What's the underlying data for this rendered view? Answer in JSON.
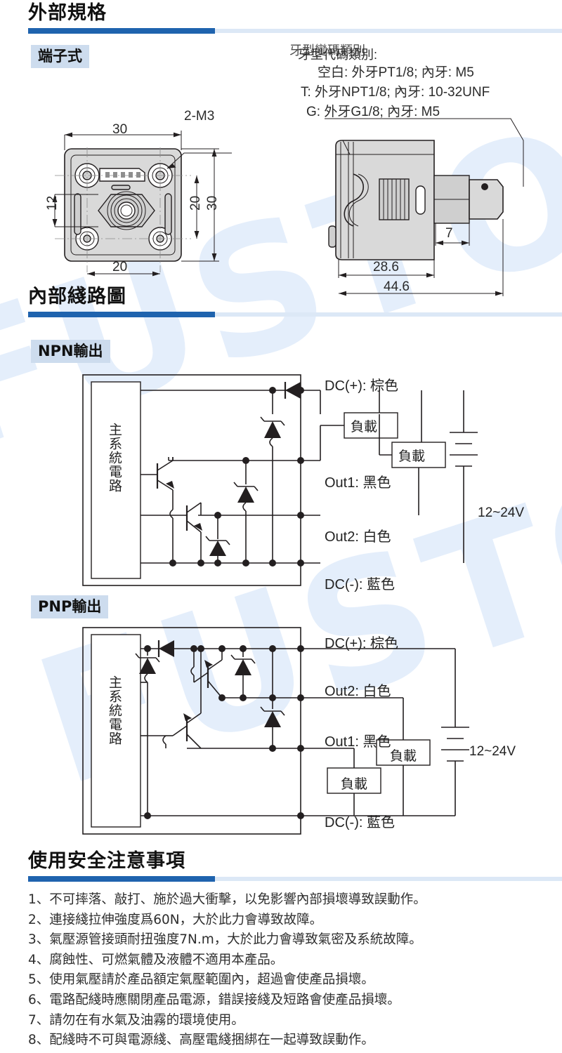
{
  "sections": {
    "external": {
      "title": "外部規格",
      "badge": "端子式"
    },
    "internal": {
      "title": "內部綫路圖",
      "npn_badge": "NPN輸出",
      "pnp_badge": "PNP輸出"
    },
    "safety": {
      "title": "使用安全注意事項"
    }
  },
  "thread_spec": {
    "heading": "牙型代碼類別:",
    "heading_ghost": "牙型變碼類別",
    "lines": [
      "空白: 外牙PT1/8; 內牙: M5",
      "T: 外牙NPT1/8; 內牙: 10-32UNF",
      "G: 外牙G1/8; 內牙: M5"
    ]
  },
  "front_view": {
    "dim_top": "30",
    "dim_bottom": "20",
    "dim_left": "12",
    "dim_right_inner": "20",
    "dim_right_outer": "30",
    "callout": "2-M3"
  },
  "side_view": {
    "dim_small": "7",
    "dim_mid": "28.6",
    "dim_total": "44.6"
  },
  "circuits": {
    "block_label": "主系統電路",
    "load_label": "負載",
    "supply_label": "12~24V",
    "npn": {
      "terminals": [
        "DC(+): 棕色",
        "Out1: 黑色",
        "Out2: 白色",
        "DC(-): 藍色"
      ]
    },
    "pnp": {
      "terminals": [
        "DC(+): 棕色",
        "Out2: 白色",
        "Out1: 黑色",
        "DC(-): 藍色"
      ]
    }
  },
  "safety_notes": [
    "1、不可摔落、敲打、施於過大衝擊，以免影響內部損壞導致誤動作。",
    "2、連接綫拉伸強度爲60N，大於此力會導致故障。",
    "3、氣壓源管接頭耐扭強度7N.m，大於此力會導致氣密及系統故障。",
    "4、腐蝕性、可燃氣體及液體不適用本產品。",
    "5、使用氣壓請於產品額定氣壓範圍內，超過會使產品損壞。",
    "6、電路配綫時應關閉產品電源，錯誤接綫及短路會使產品損壞。",
    "7、請勿在有水氣及油霧的環境使用。",
    "8、配綫時不可與電源綫、高壓電綫捆綁在一起導致誤動作。"
  ],
  "watermark": {
    "text": "FUSTO",
    "color": "#e4eefb"
  },
  "colors": {
    "rule_dark": "#1f63ae",
    "rule_light": "#dce8f6",
    "badge_bg": "#cddcee"
  }
}
